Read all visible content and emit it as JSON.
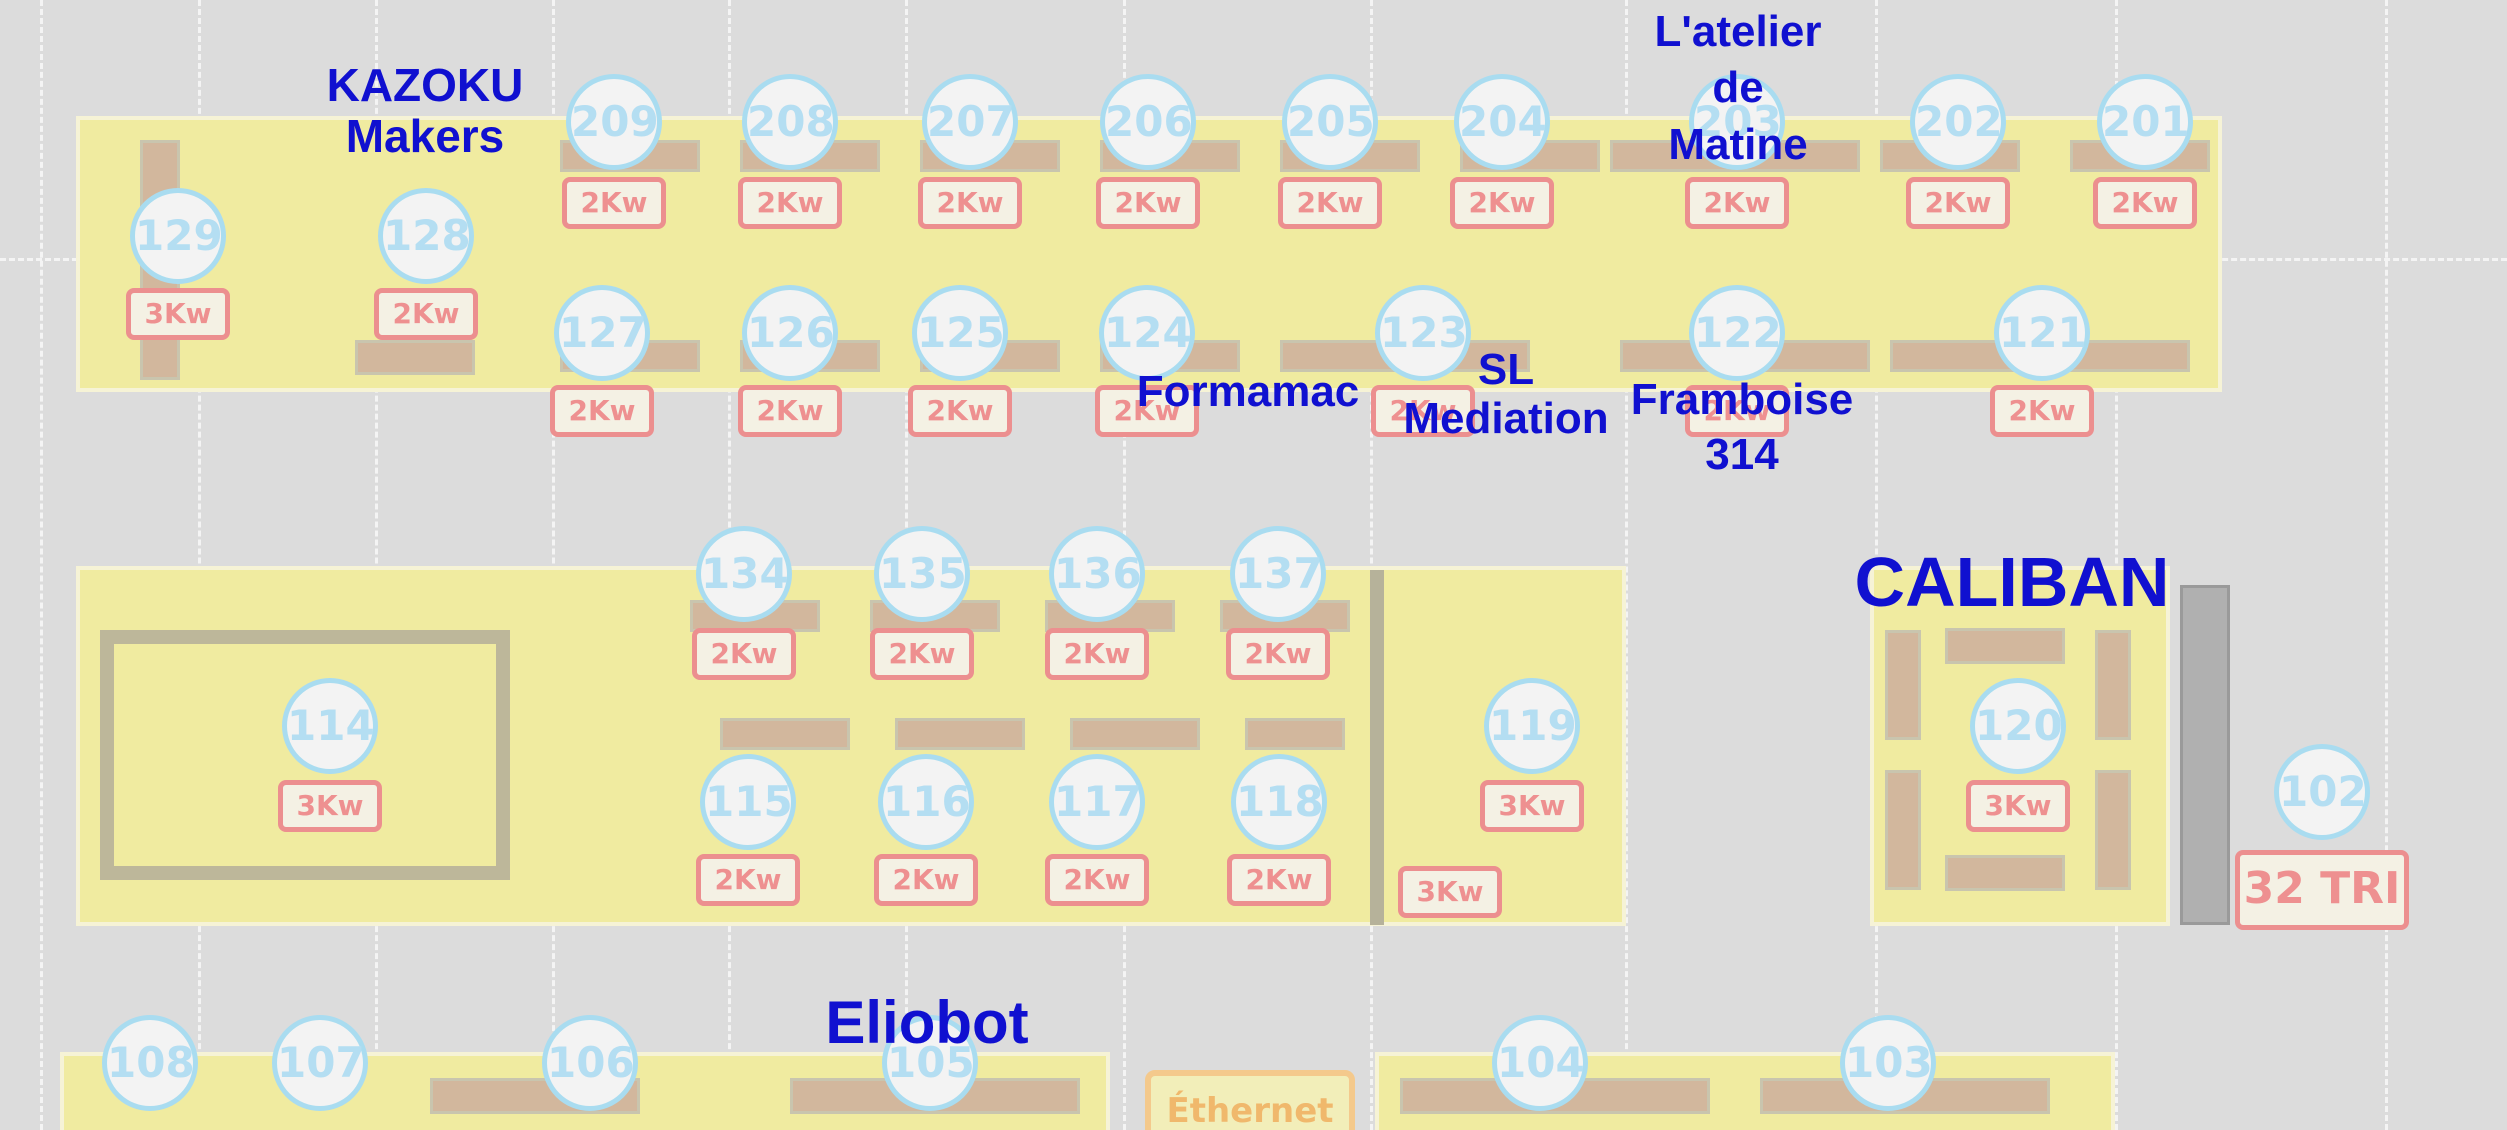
{
  "stands": [
    {
      "id": "129",
      "power": "3Kw"
    },
    {
      "id": "128",
      "power": "2Kw"
    },
    {
      "id": "209",
      "power": "2Kw"
    },
    {
      "id": "208",
      "power": "2Kw"
    },
    {
      "id": "207",
      "power": "2Kw"
    },
    {
      "id": "206",
      "power": "2Kw"
    },
    {
      "id": "205",
      "power": "2Kw"
    },
    {
      "id": "204",
      "power": "2Kw"
    },
    {
      "id": "203",
      "power": "2Kw"
    },
    {
      "id": "202",
      "power": "2Kw"
    },
    {
      "id": "201",
      "power": "2Kw"
    },
    {
      "id": "127",
      "power": "2Kw"
    },
    {
      "id": "126",
      "power": "2Kw"
    },
    {
      "id": "125",
      "power": "2Kw"
    },
    {
      "id": "124",
      "power": "2Kw"
    },
    {
      "id": "123",
      "power": "2Kw"
    },
    {
      "id": "122",
      "power": "2Kw"
    },
    {
      "id": "121",
      "power": "2Kw"
    },
    {
      "id": "134",
      "power": "2Kw"
    },
    {
      "id": "135",
      "power": "2Kw"
    },
    {
      "id": "136",
      "power": "2Kw"
    },
    {
      "id": "137",
      "power": "2Kw"
    },
    {
      "id": "114",
      "power": "3Kw"
    },
    {
      "id": "115",
      "power": "2Kw"
    },
    {
      "id": "116",
      "power": "2Kw"
    },
    {
      "id": "117",
      "power": "2Kw"
    },
    {
      "id": "118",
      "power": "2Kw"
    },
    {
      "id": "119",
      "power": "3Kw"
    },
    {
      "id": "",
      "power": "3Kw"
    },
    {
      "id": "120",
      "power": "3Kw"
    },
    {
      "id": "102",
      "power": "32 TRI"
    },
    {
      "id": "108",
      "power": ""
    },
    {
      "id": "107",
      "power": ""
    },
    {
      "id": "106",
      "power": ""
    },
    {
      "id": "105",
      "power": ""
    },
    {
      "id": "104",
      "power": ""
    },
    {
      "id": "103",
      "power": ""
    }
  ],
  "exhibitors": [
    {
      "text": "KAZOKU\nMakers"
    },
    {
      "text": "L'atelier\nde\nMatine"
    },
    {
      "text": "Formamac"
    },
    {
      "text": "SL\nMediation"
    },
    {
      "text": "Framboise\n314"
    },
    {
      "text": "CALIBAN"
    },
    {
      "text": "Eliobot"
    }
  ],
  "ethernet_label": "Éthernet",
  "colors": {
    "floor": "#dcdcdc",
    "stand_fill": "#f0eba0",
    "badge_border": "#a9dcf0",
    "power_border": "#ec8f8f",
    "exhibitor_text": "#1010d0",
    "ethernet": "#f0b86c"
  }
}
